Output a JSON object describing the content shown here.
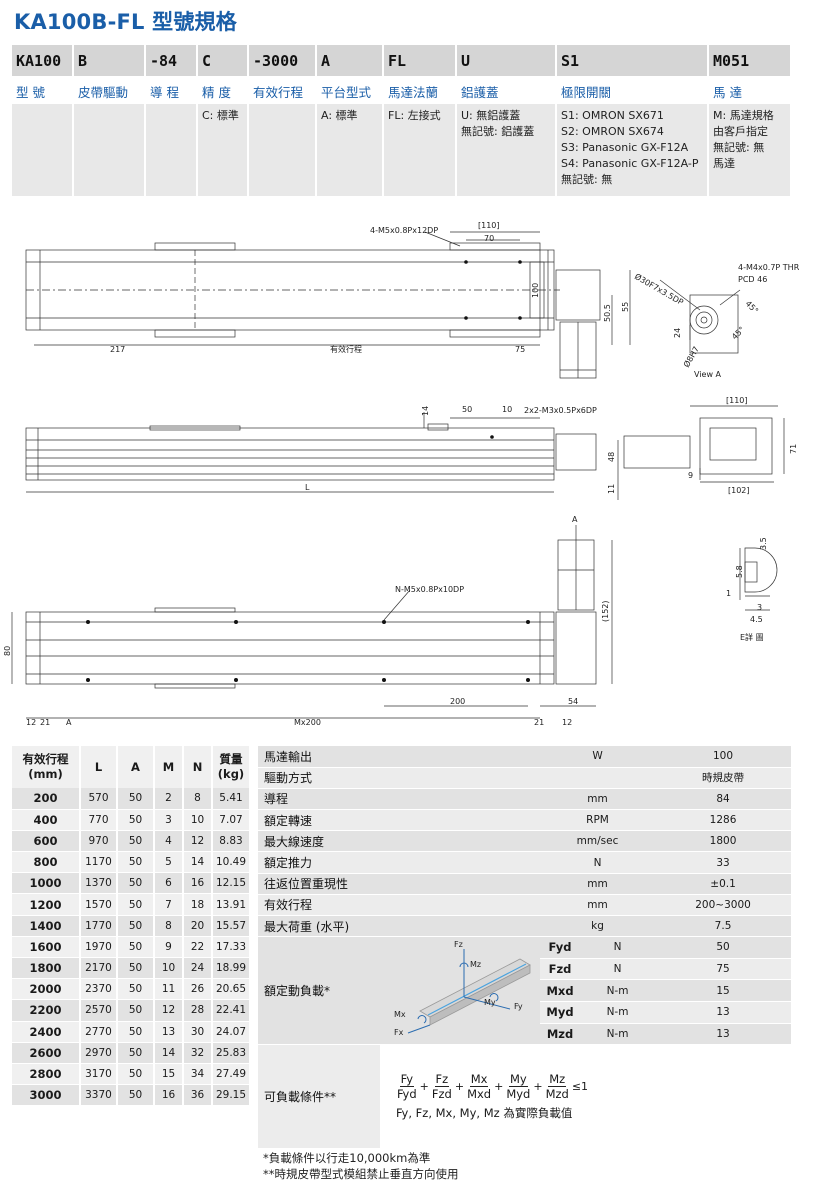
{
  "title": "KA100B-FL 型號規格",
  "model_code": {
    "codes": [
      "KA100",
      "B",
      "-84",
      "C",
      "-3000",
      "A",
      "FL",
      "U",
      "S1",
      "M051"
    ],
    "names": [
      "型 號",
      "皮帶驅動",
      "導 程",
      "精 度",
      "有效行程",
      "平台型式",
      "馬達法蘭",
      "鋁護蓋",
      "極限開關",
      "馬 達"
    ],
    "descriptions": [
      [],
      [],
      [],
      [
        "C: 標準"
      ],
      [],
      [
        "A: 標準"
      ],
      [
        "FL: 左接式"
      ],
      [
        "U: 無鋁護蓋",
        "無記號: 鋁護蓋"
      ],
      [
        "S1: OMRON SX671",
        "S2: OMRON SX674",
        "S3: Panasonic GX-F12A",
        "S4: Panasonic GX-F12A-P",
        "無記號: 無"
      ],
      [
        "M: 馬達規格",
        "由客戶指定",
        "無記號: 無",
        "馬達"
      ]
    ]
  },
  "drawing": {
    "top": {
      "hole_note": "4-M5x0.8Px12DP",
      "dim_110": "[110]",
      "dim_70": "70",
      "dim_100": "100",
      "dim_50_5": "50.5",
      "dim_55": "55",
      "dim_217": "217",
      "stroke": "有效行程",
      "dim_75": "75"
    },
    "view_a": {
      "flange_note": "Ø30F7x3.5DP",
      "hole_note": "4-M4x0.7P THR",
      "pcd": "PCD 46",
      "angle1": "45°",
      "angle2": "45°",
      "dim_24": "24",
      "bore": "Ø8H7",
      "label": "View A"
    },
    "side": {
      "dim_14": "14",
      "dim_50": "50",
      "dim_10": "10",
      "hole_note": "2x2-M3x0.5Px6DP",
      "dim_48": "48",
      "dim_11": "11",
      "dim_l": "L"
    },
    "end": {
      "dim_110": "[110]",
      "dim_71": "71",
      "dim_102": "[102]",
      "dim_9": "9"
    },
    "detail_e": {
      "dim_3_5": "3.5",
      "dim_5_8": "5.8",
      "dim_1": "1",
      "dim_3": "3",
      "dim_4_5": "4.5",
      "label": "E詳 圖"
    },
    "bottom": {
      "arrow_a": "A",
      "hole_note": "N-M5x0.8Px10DP",
      "dim_152": "(152)",
      "dim_80": "80",
      "dim_200": "200",
      "dim_54": "54",
      "dim_12_left": "12",
      "dim_21_left": "21",
      "dim_a": "A",
      "dim_mx200": "Mx200",
      "dim_21_right": "21",
      "dim_12_right": "12"
    }
  },
  "dimension_table": {
    "headers": {
      "stroke": [
        "有效行程",
        "(mm)"
      ],
      "l": "L",
      "a": "A",
      "m": "M",
      "n": "N",
      "weight": [
        "質量",
        "(kg)"
      ]
    },
    "rows": [
      [
        "200",
        "570",
        "50",
        "2",
        "8",
        "5.41"
      ],
      [
        "400",
        "770",
        "50",
        "3",
        "10",
        "7.07"
      ],
      [
        "600",
        "970",
        "50",
        "4",
        "12",
        "8.83"
      ],
      [
        "800",
        "1170",
        "50",
        "5",
        "14",
        "10.49"
      ],
      [
        "1000",
        "1370",
        "50",
        "6",
        "16",
        "12.15"
      ],
      [
        "1200",
        "1570",
        "50",
        "7",
        "18",
        "13.91"
      ],
      [
        "1400",
        "1770",
        "50",
        "8",
        "20",
        "15.57"
      ],
      [
        "1600",
        "1970",
        "50",
        "9",
        "22",
        "17.33"
      ],
      [
        "1800",
        "2170",
        "50",
        "10",
        "24",
        "18.99"
      ],
      [
        "2000",
        "2370",
        "50",
        "11",
        "26",
        "20.65"
      ],
      [
        "2200",
        "2570",
        "50",
        "12",
        "28",
        "22.41"
      ],
      [
        "2400",
        "2770",
        "50",
        "13",
        "30",
        "24.07"
      ],
      [
        "2600",
        "2970",
        "50",
        "14",
        "32",
        "25.83"
      ],
      [
        "2800",
        "3170",
        "50",
        "15",
        "34",
        "27.49"
      ],
      [
        "3000",
        "3370",
        "50",
        "16",
        "36",
        "29.15"
      ]
    ]
  },
  "spec_table": {
    "rows": [
      {
        "label": "馬達輸出",
        "unit": "W",
        "value": "100"
      },
      {
        "label": "驅動方式",
        "unit": "",
        "value": "時規皮帶"
      },
      {
        "label": "導程",
        "unit": "mm",
        "value": "84"
      },
      {
        "label": "額定轉速",
        "unit": "RPM",
        "value": "1286"
      },
      {
        "label": "最大線速度",
        "unit": "mm/sec",
        "value": "1800"
      },
      {
        "label": "額定推力",
        "unit": "N",
        "value": "33"
      },
      {
        "label": "往返位置重現性",
        "unit": "mm",
        "value": "±0.1"
      },
      {
        "label": "有效行程",
        "unit": "mm",
        "value": "200~3000"
      },
      {
        "label": "最大荷重 (水平)",
        "unit": "kg",
        "value": "7.5"
      }
    ],
    "dynamic_load": {
      "label": "額定動負載*",
      "axes": {
        "fz": "Fz",
        "mz": "Mz",
        "mx": "Mx",
        "my": "My",
        "fy": "Fy",
        "fx": "Fx"
      },
      "rows": [
        {
          "key": "Fyd",
          "unit": "N",
          "value": "50"
        },
        {
          "key": "Fzd",
          "unit": "N",
          "value": "75"
        },
        {
          "key": "Mxd",
          "unit": "N-m",
          "value": "15"
        },
        {
          "key": "Myd",
          "unit": "N-m",
          "value": "13"
        },
        {
          "key": "Mzd",
          "unit": "N-m",
          "value": "13"
        }
      ]
    },
    "load_condition": {
      "label": "可負載條件**",
      "fractions": [
        {
          "num": "Fy",
          "den": "Fyd"
        },
        {
          "num": "Fz",
          "den": "Fzd"
        },
        {
          "num": "Mx",
          "den": "Mxd"
        },
        {
          "num": "My",
          "den": "Myd"
        },
        {
          "num": "Mz",
          "den": "Mzd"
        }
      ],
      "plus": "+",
      "limit": "≤1",
      "note": "Fy, Fz, Mx, My, Mz 為實際負載值"
    }
  },
  "notes": [
    "*負載條件以行走10,000km為準",
    "**時規皮帶型式模組禁止垂直方向使用"
  ]
}
